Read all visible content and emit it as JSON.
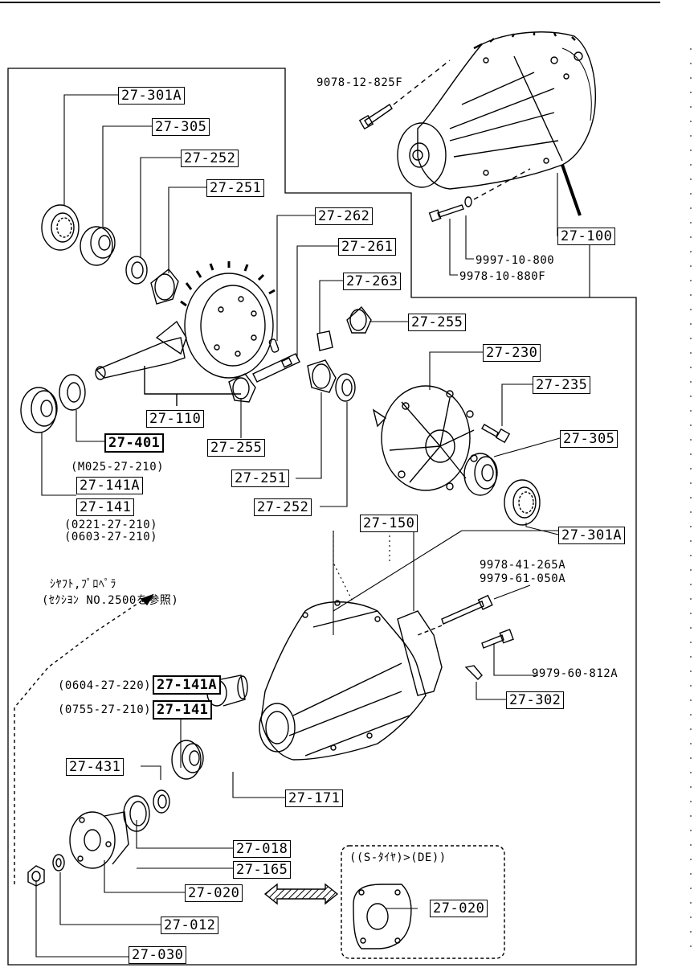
{
  "parts": {
    "p27_301A_top": "27-301A",
    "p27_305_top": "27-305",
    "p27_252_top": "27-252",
    "p27_251_top": "27-251",
    "p27_262": "27-262",
    "p27_261": "27-261",
    "p27_263": "27-263",
    "p27_255_right": "27-255",
    "p27_230": "27-230",
    "p27_235": "27-235",
    "p27_305_right": "27-305",
    "p27_301A_right": "27-301A",
    "p27_110": "27-110",
    "p27_255_bottom": "27-255",
    "p27_251_bottom": "27-251",
    "p27_252_bottom": "27-252",
    "p27_401": "27-401",
    "p27_141A": "27-141A",
    "p27_141": "27-141",
    "p27_100": "27-100",
    "p27_150": "27-150",
    "p27_302": "27-302",
    "p27_141A_lower": "27-141A",
    "p27_141_lower": "27-141",
    "p27_431": "27-431",
    "p27_171": "27-171",
    "p27_018": "27-018",
    "p27_165": "27-165",
    "p27_020": "27-020",
    "p27_020_inset": "27-020",
    "p27_012": "27-012",
    "p27_030": "27-030"
  },
  "codes": {
    "c9078": "9078-12-825F",
    "c9997": "9997-10-800",
    "c9978_10": "9978-10-880F",
    "c9978_41": "9978-41-265A",
    "c9979_61": "9979-61-050A",
    "c9979_60": "9979-60-812A",
    "m025": "(M025-27-210)",
    "c0221": "(0221-27-210)",
    "c0603": "(0603-27-210)",
    "c0604": "(0604-27-220)",
    "c0755": "(0755-27-210)"
  },
  "notes": {
    "ref_line1": "ｼﾔﾌﾄ,ﾌﾟﾛﾍﾟﾗ",
    "ref_line2": "(ｾｸｼﾖﾝ NO.2500を参照)",
    "inset_title": "((S-ﾀｲﾔ)>(DE))"
  }
}
